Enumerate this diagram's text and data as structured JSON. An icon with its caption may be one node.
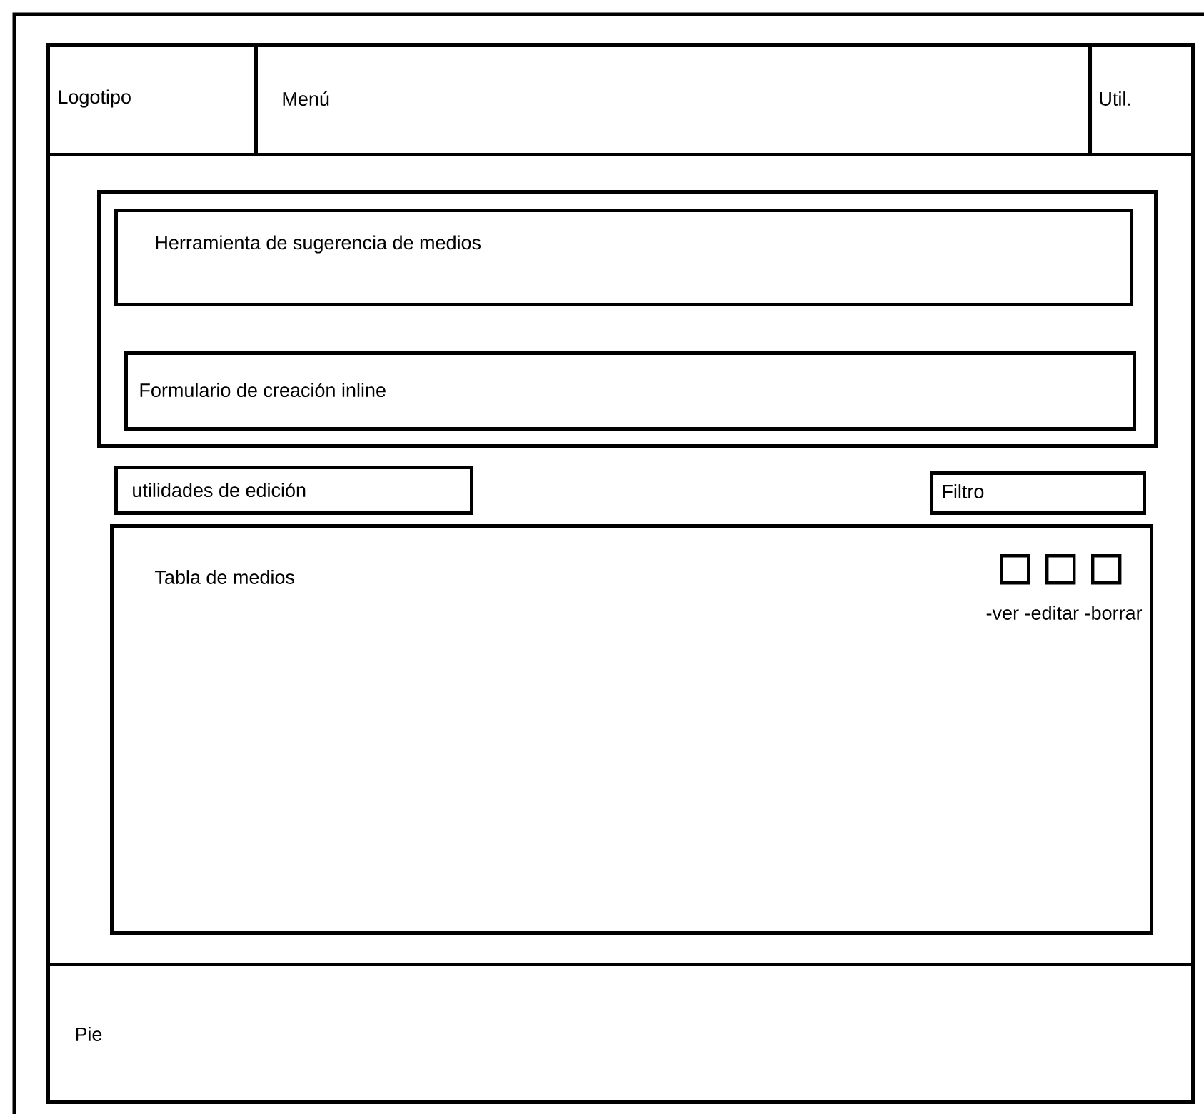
{
  "diagram": {
    "nodes": [
      {
        "text": [],
        "shape": "box"
      },
      {
        "text": [
          "Logotipo"
        ],
        "in": 0
      },
      {
        "text": [
          "Menú"
        ],
        "in": 0
      },
      {
        "text": [
          "Util."
        ],
        "in": 0
      },
      {
        "text": [],
        "shape": "box",
        "in": 0
      },
      {
        "text": [
          "Herramienta de sugerencia de medios"
        ],
        "in": 4
      },
      {
        "text": [
          "Formulario de creación inline"
        ],
        "in": 4
      },
      {
        "text": [
          "utilidades de edición"
        ],
        "in": 0
      },
      {
        "text": [
          "Filtro"
        ],
        "in": 0
      },
      {
        "text": [
          "Tabla de medios",
          "-ver -editar -borrar"
        ],
        "in": 0
      },
      {
        "text": [],
        "shape": "box",
        "in": 9
      },
      {
        "text": [],
        "shape": "box",
        "in": 9
      },
      {
        "text": [],
        "shape": "box",
        "in": 9
      },
      {
        "text": [
          "Pie"
        ],
        "in": 0
      }
    ],
    "edges": []
  }
}
